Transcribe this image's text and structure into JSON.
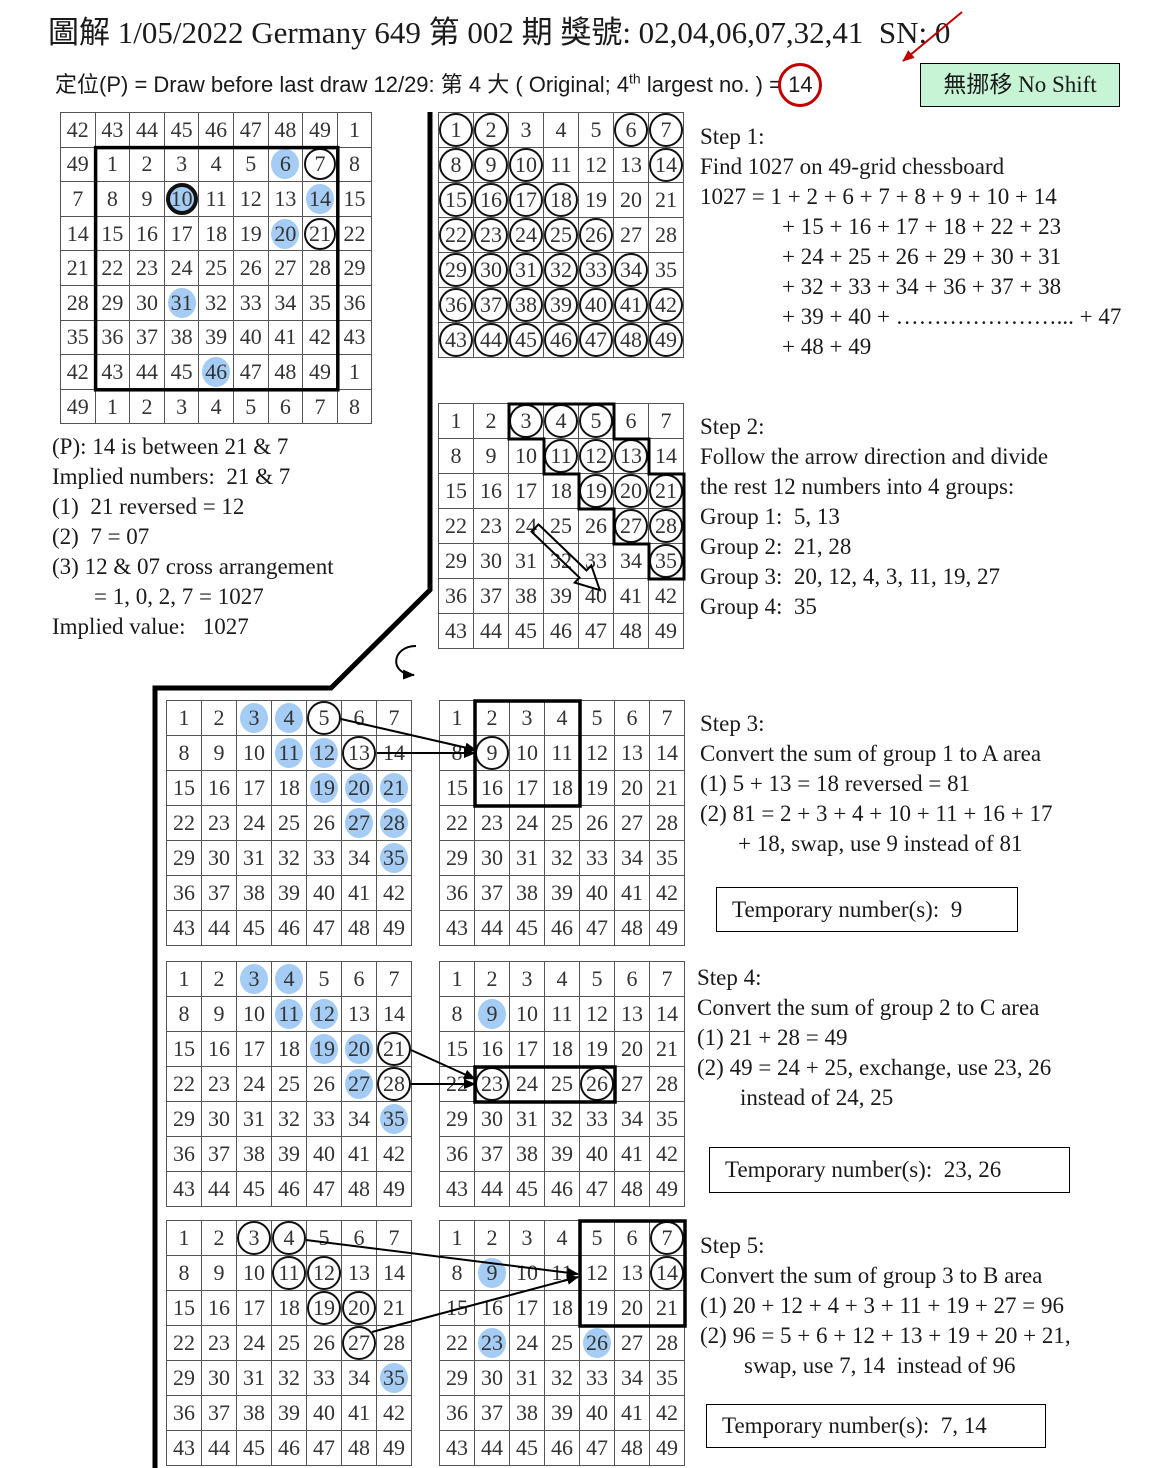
{
  "header": {
    "title": "圖解 1/05/2022 Germany 649 第 002 期 獎號: 02,04,06,07,32,41  SN: 0",
    "position_line": {
      "prefix": "定位(P) = Draw before last draw 12/29: 第 4 大 ( Original; 4",
      "sup": "th",
      "suffix": " largest no. ) = ",
      "value": "14"
    },
    "shift_badge": "無挪移 No Shift"
  },
  "colors": {
    "highlight_blue": "#a4ccf4",
    "mark_red": "#c00000",
    "badge_green": "#c6f4d4"
  },
  "positioning_board": {
    "rows": [
      [
        42,
        43,
        44,
        45,
        46,
        47,
        48,
        49,
        1
      ],
      [
        49,
        1,
        2,
        3,
        4,
        5,
        6,
        7,
        8
      ],
      [
        7,
        8,
        9,
        10,
        11,
        12,
        13,
        14,
        15
      ],
      [
        14,
        15,
        16,
        17,
        18,
        19,
        20,
        21,
        22
      ],
      [
        21,
        22,
        23,
        24,
        25,
        26,
        27,
        28,
        29
      ],
      [
        28,
        29,
        30,
        31,
        32,
        33,
        34,
        35,
        36
      ],
      [
        35,
        36,
        37,
        38,
        39,
        40,
        41,
        42,
        43
      ],
      [
        42,
        43,
        44,
        45,
        46,
        47,
        48,
        49,
        1
      ],
      [
        49,
        1,
        2,
        3,
        4,
        5,
        6,
        7,
        8
      ]
    ],
    "blue": [
      6,
      10,
      14,
      20,
      31,
      46
    ],
    "circled": [
      7,
      21
    ],
    "bold_circled": [
      10
    ]
  },
  "chessboard_49": {
    "rows": [
      [
        1,
        2,
        3,
        4,
        5,
        6,
        7
      ],
      [
        8,
        9,
        10,
        11,
        12,
        13,
        14
      ],
      [
        15,
        16,
        17,
        18,
        19,
        20,
        21
      ],
      [
        22,
        23,
        24,
        25,
        26,
        27,
        28
      ],
      [
        29,
        30,
        31,
        32,
        33,
        34,
        35
      ],
      [
        36,
        37,
        38,
        39,
        40,
        41,
        42
      ],
      [
        43,
        44,
        45,
        46,
        47,
        48,
        49
      ]
    ]
  },
  "boards": {
    "step1": {
      "circled": [
        1,
        2,
        6,
        7,
        8,
        9,
        10,
        14,
        15,
        16,
        17,
        18,
        22,
        23,
        24,
        25,
        26,
        29,
        30,
        31,
        32,
        33,
        34,
        36,
        37,
        38,
        39,
        40,
        41,
        42,
        43,
        44,
        45,
        46,
        47,
        48,
        49
      ]
    },
    "step2": {
      "circled": [
        3,
        4,
        5,
        11,
        12,
        13,
        19,
        20,
        21,
        27,
        28,
        35
      ]
    },
    "step3_left": {
      "blue": [
        3,
        4,
        11,
        12,
        19,
        20,
        21,
        27,
        28,
        35
      ],
      "circled": [
        5,
        13
      ]
    },
    "step3_right": {
      "circled": [
        9
      ]
    },
    "step4_left": {
      "blue": [
        3,
        4,
        11,
        12,
        19,
        20,
        27,
        35
      ],
      "circled": [
        21,
        28
      ]
    },
    "step4_right": {
      "blue": [
        9
      ],
      "circled": [
        23,
        26
      ]
    },
    "step5_left": {
      "blue": [
        35
      ],
      "circled": [
        3,
        4,
        11,
        12,
        19,
        20,
        27
      ]
    },
    "step5_right": {
      "blue": [
        9,
        23,
        26
      ],
      "circled": [
        7,
        14
      ]
    }
  },
  "notes": [
    "(P): 14 is between 21 & 7",
    "Implied numbers:  21 & 7",
    "(1)  21 reversed = 12",
    "(2)  7 = 07",
    "(3) 12 & 07 cross arrangement",
    "= 1, 0, 2, 7 = 1027",
    "Implied value:   1027"
  ],
  "steps": [
    {
      "heading": "Step 1:",
      "lines": [
        "Find 1027 on 49-grid chessboard",
        "1027 = 1 + 2 + 6 + 7 + 8 + 9 + 10 + 14",
        "+ 15 + 16 + 17 + 18 + 22 + 23",
        "+ 24 + 25 + 26 + 29 + 30 + 31",
        "+ 32 + 33 + 34 + 36 + 37 + 38",
        "+ 39 + 40 + …………………... + 47",
        "+ 48 + 49"
      ]
    },
    {
      "heading": "Step 2:",
      "lines": [
        "Follow the arrow direction and divide",
        "the rest 12 numbers into 4 groups:",
        "Group 1:  5, 13",
        "Group 2:  21, 28",
        "Group 3:  20, 12, 4, 3, 11, 19, 27",
        "Group 4:  35"
      ]
    },
    {
      "heading": "Step 3:",
      "lines": [
        "Convert the sum of group 1 to A area",
        "(1) 5 + 13 = 18 reversed = 81",
        "(2) 81 = 2 + 3 + 4 + 10 + 11 + 16 + 17",
        "+ 18, swap, use 9 instead of 81"
      ],
      "temporary": "Temporary number(s):  9"
    },
    {
      "heading": "Step 4:",
      "lines": [
        "Convert the sum of group 2 to C area",
        "(1) 21 + 28 = 49",
        "(2) 49 = 24 + 25, exchange, use 23, 26",
        "instead of 24, 25"
      ],
      "temporary": "Temporary number(s):  23, 26"
    },
    {
      "heading": "Step 5:",
      "lines": [
        "Convert the sum of group 3 to B area",
        "(1) 20 + 12 + 4 + 3 + 11 + 19 + 27 = 96",
        "(2) 96 = 5 + 6 + 12 + 13 + 19 + 20 + 21,",
        "swap, use 7, 14  instead of 96"
      ],
      "temporary": "Temporary number(s):  7, 14"
    }
  ]
}
